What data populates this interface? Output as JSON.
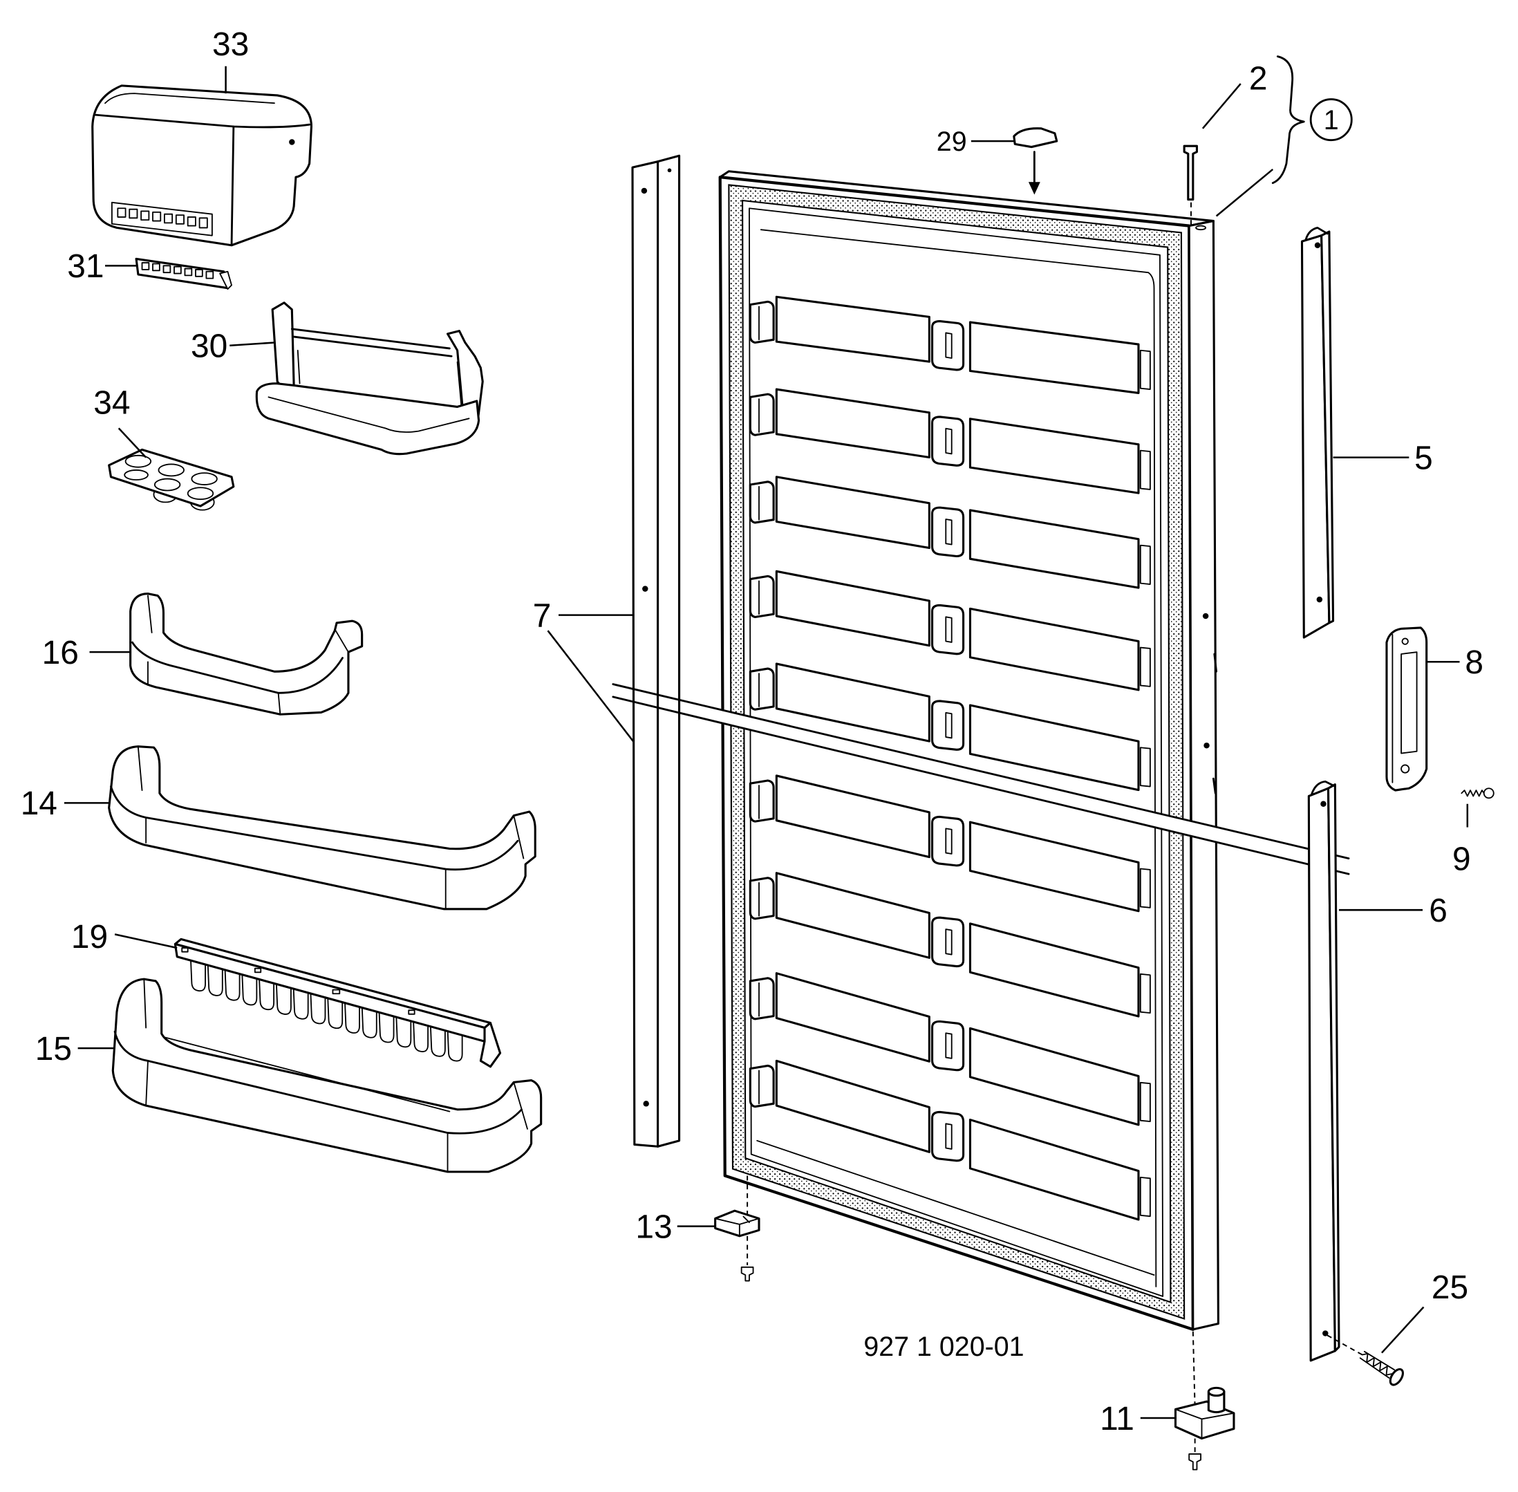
{
  "diagram": {
    "callouts": {
      "light_cover": "33",
      "switch_strip": "31",
      "basket": "30",
      "egg_tray": "34",
      "small_bin": "16",
      "middle_bin": "14",
      "divider": "19",
      "bottom_bin": "15",
      "left_profile": "7",
      "lower_left_block": "13",
      "top_cap": "29",
      "hinge_pin": "2",
      "upper_right_strip": "5",
      "handle": "8",
      "handle_screw": "9",
      "lower_right_strip": "6",
      "strip_screw": "25",
      "bottom_hinge": "11"
    },
    "circled_group": "1",
    "drawing_number": "927 1 020-01"
  },
  "colors": {
    "line": "#000000",
    "background": "#ffffff"
  }
}
